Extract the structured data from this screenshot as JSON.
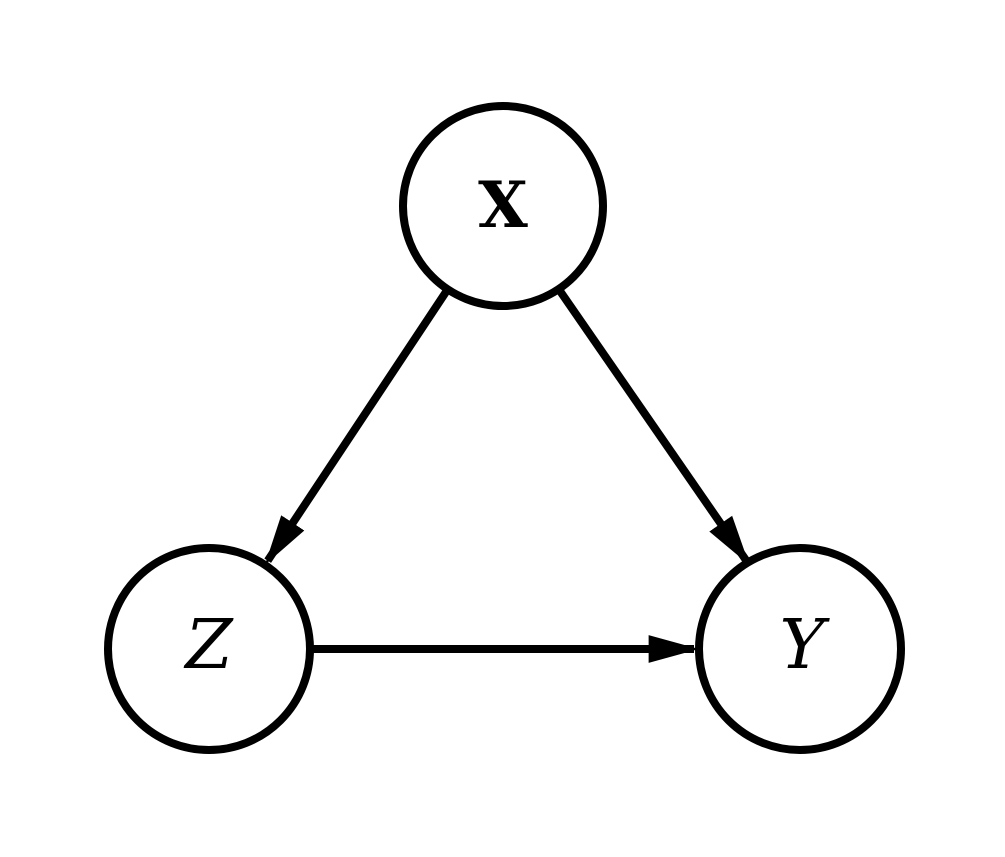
{
  "diagram": {
    "type": "directed-acyclic-graph",
    "background_color": "#ffffff",
    "line_color": "#000000",
    "node_fill_color": "#ffffff",
    "nodes": [
      {
        "id": "X",
        "label": "X",
        "font_style": "bold",
        "position": "top-center"
      },
      {
        "id": "Z",
        "label": "Z",
        "font_style": "italic",
        "position": "bottom-left"
      },
      {
        "id": "Y",
        "label": "Y",
        "font_style": "italic",
        "position": "bottom-right"
      }
    ],
    "edges": [
      {
        "from": "X",
        "to": "Z",
        "arrow": "filled-triangle"
      },
      {
        "from": "X",
        "to": "Y",
        "arrow": "filled-triangle"
      },
      {
        "from": "Z",
        "to": "Y",
        "arrow": "filled-triangle"
      }
    ]
  }
}
